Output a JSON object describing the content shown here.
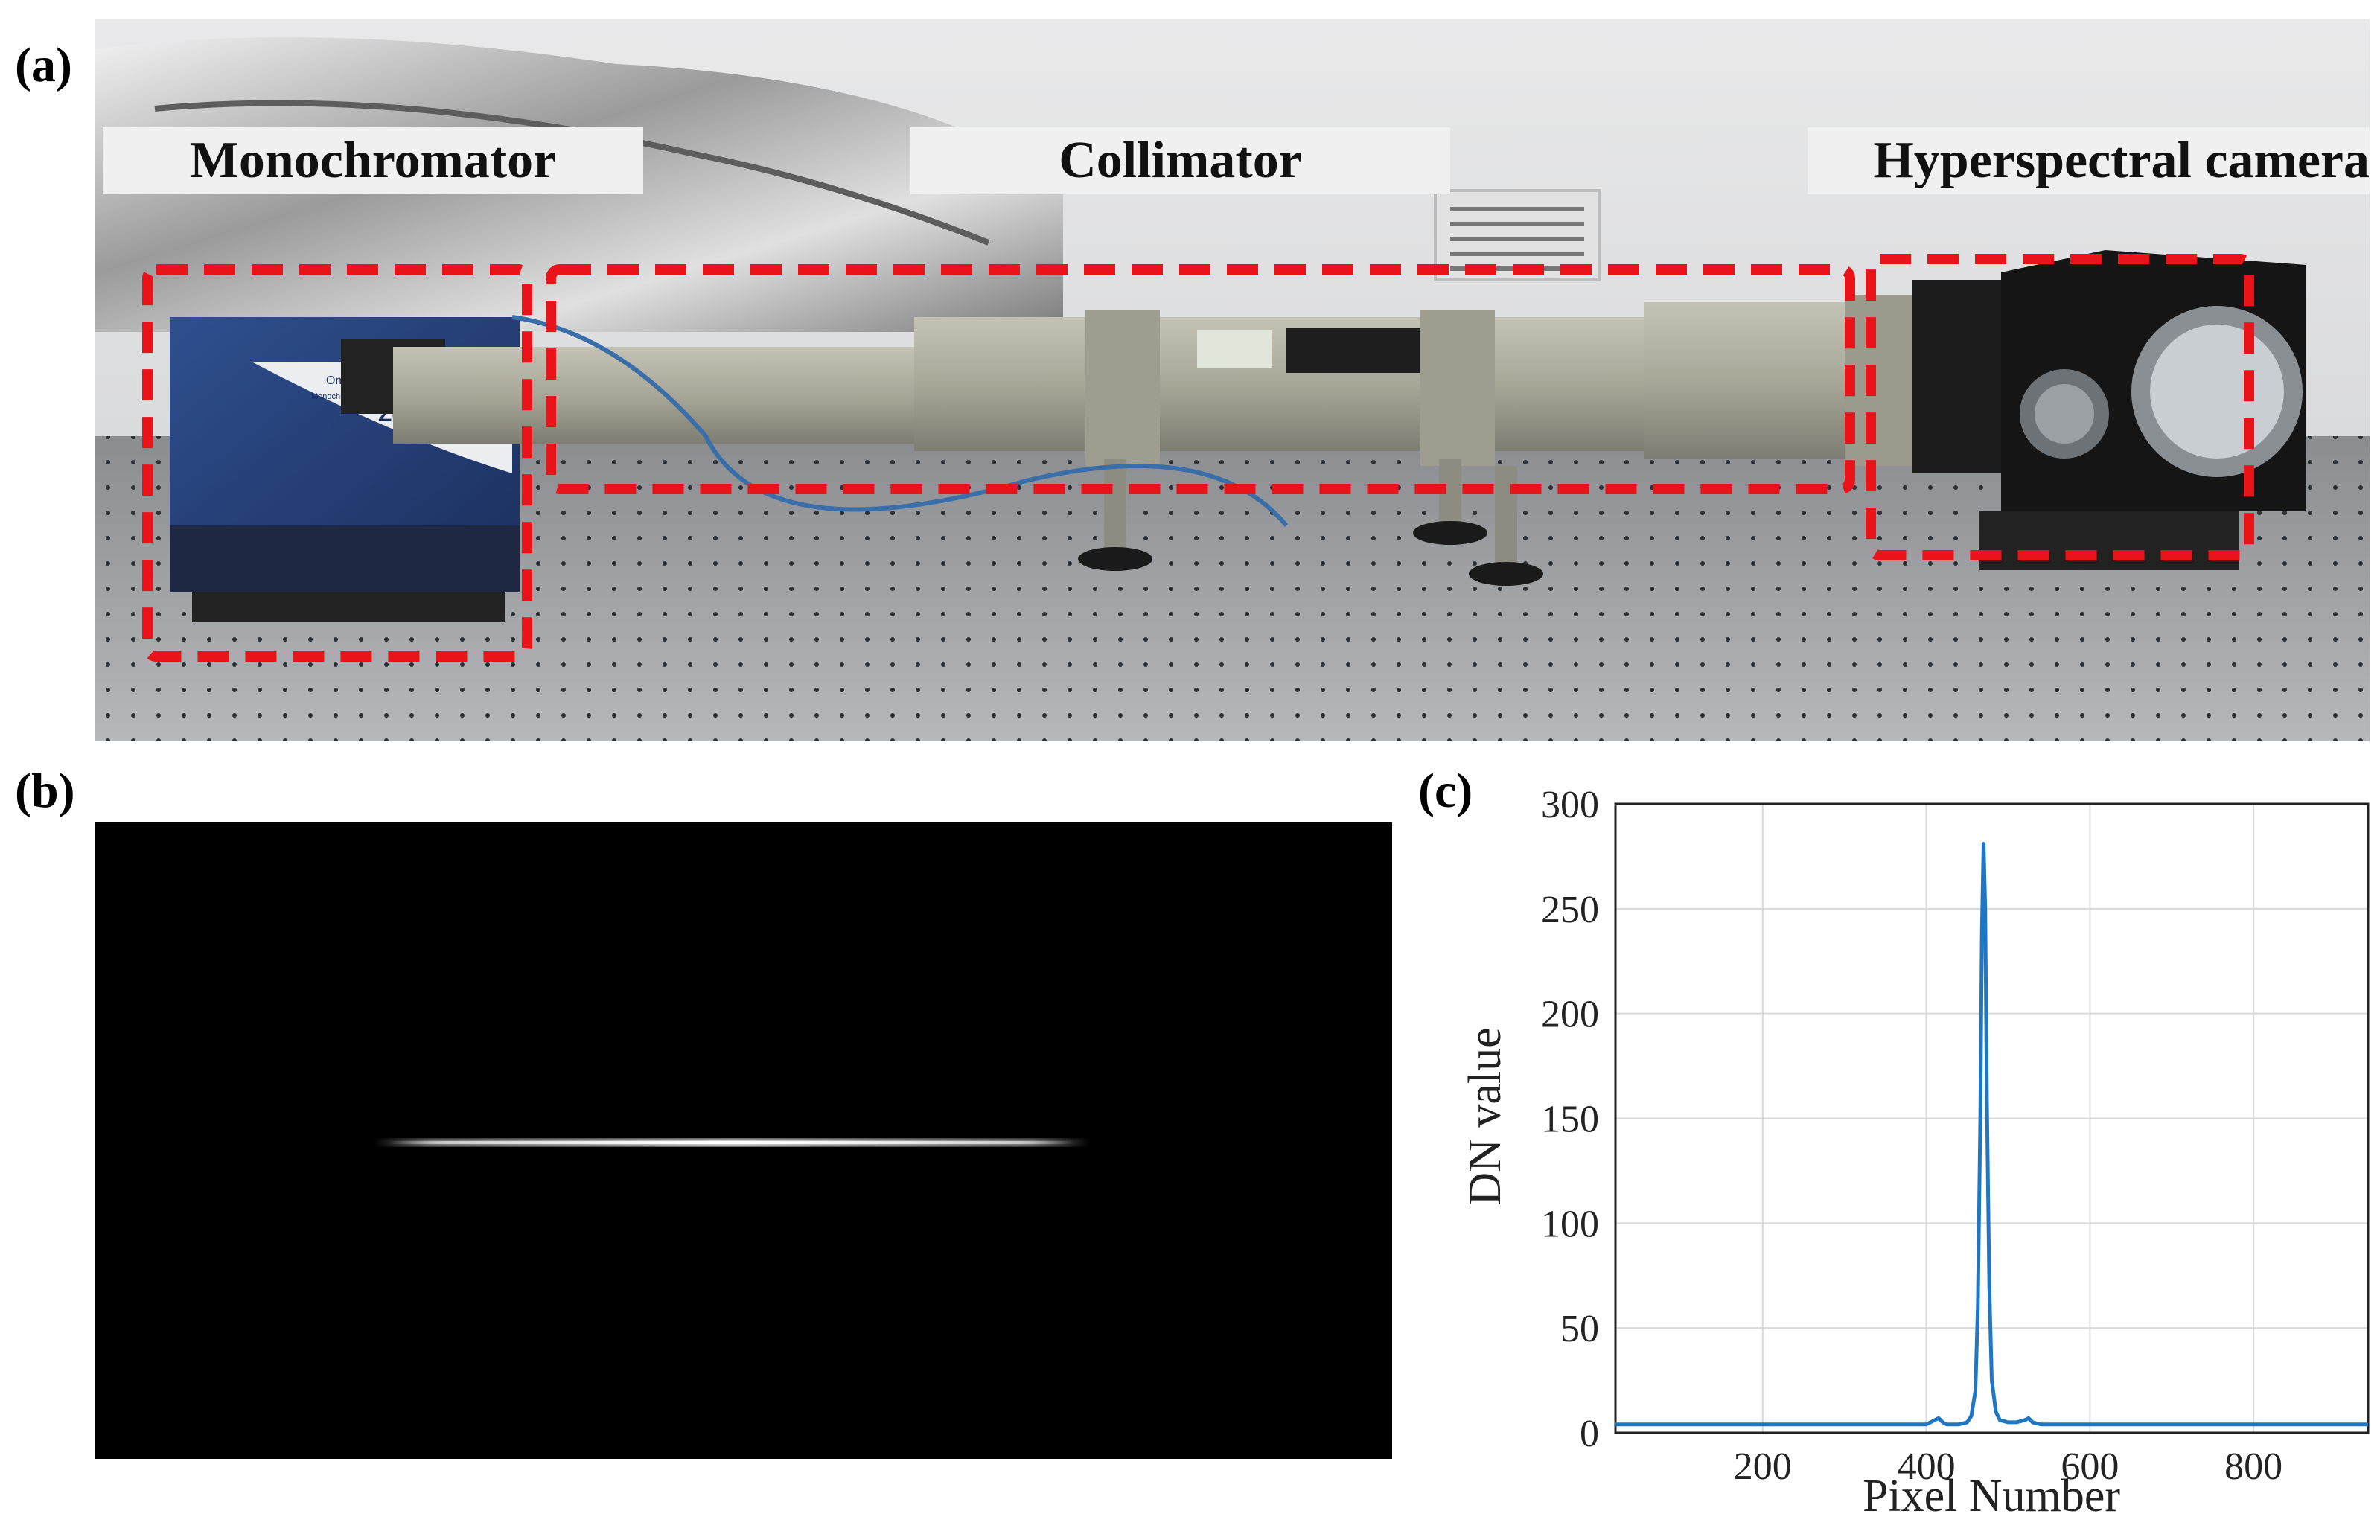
{
  "panels": {
    "a": {
      "letter": "(a)"
    },
    "b": {
      "letter": "(b)"
    },
    "c": {
      "letter": "(c)"
    }
  },
  "photo_labels": {
    "monochromator": "Monochromator",
    "collimator": "Collimator",
    "camera": "Hyperspectral camera"
  },
  "device_text": {
    "brand": "Zolix",
    "model": "Omni-λ150",
    "subtitle": "Monochromator / Spectrograph"
  },
  "colors": {
    "highlight": "#e8141a",
    "line": "#1f77c4",
    "grid": "#d9d9d9"
  },
  "chart_data": {
    "type": "line",
    "xlabel": "Pixel Number",
    "ylabel": "DN value",
    "xlim": [
      20,
      940
    ],
    "ylim": [
      0,
      300
    ],
    "xticks": [
      200,
      400,
      600,
      800
    ],
    "yticks": [
      0,
      50,
      100,
      150,
      200,
      250,
      300
    ],
    "grid": true,
    "series": [
      {
        "x": [
          20,
          60,
          100,
          150,
          200,
          250,
          300,
          350,
          400,
          410,
          415,
          420,
          425,
          440,
          450,
          455,
          460,
          463,
          466,
          468,
          470,
          472,
          474,
          477,
          480,
          485,
          490,
          500,
          510,
          520,
          525,
          530,
          540,
          560,
          600,
          650,
          700,
          750,
          800,
          850,
          900,
          940
        ],
        "y": [
          4,
          4,
          4,
          4,
          4,
          4,
          4,
          4,
          4,
          6,
          7,
          5,
          4,
          4,
          5,
          8,
          20,
          60,
          150,
          240,
          281,
          250,
          160,
          70,
          25,
          10,
          6,
          5,
          5,
          6,
          7,
          5,
          4,
          4,
          4,
          4,
          4,
          4,
          4,
          4,
          4,
          4
        ]
      }
    ]
  }
}
